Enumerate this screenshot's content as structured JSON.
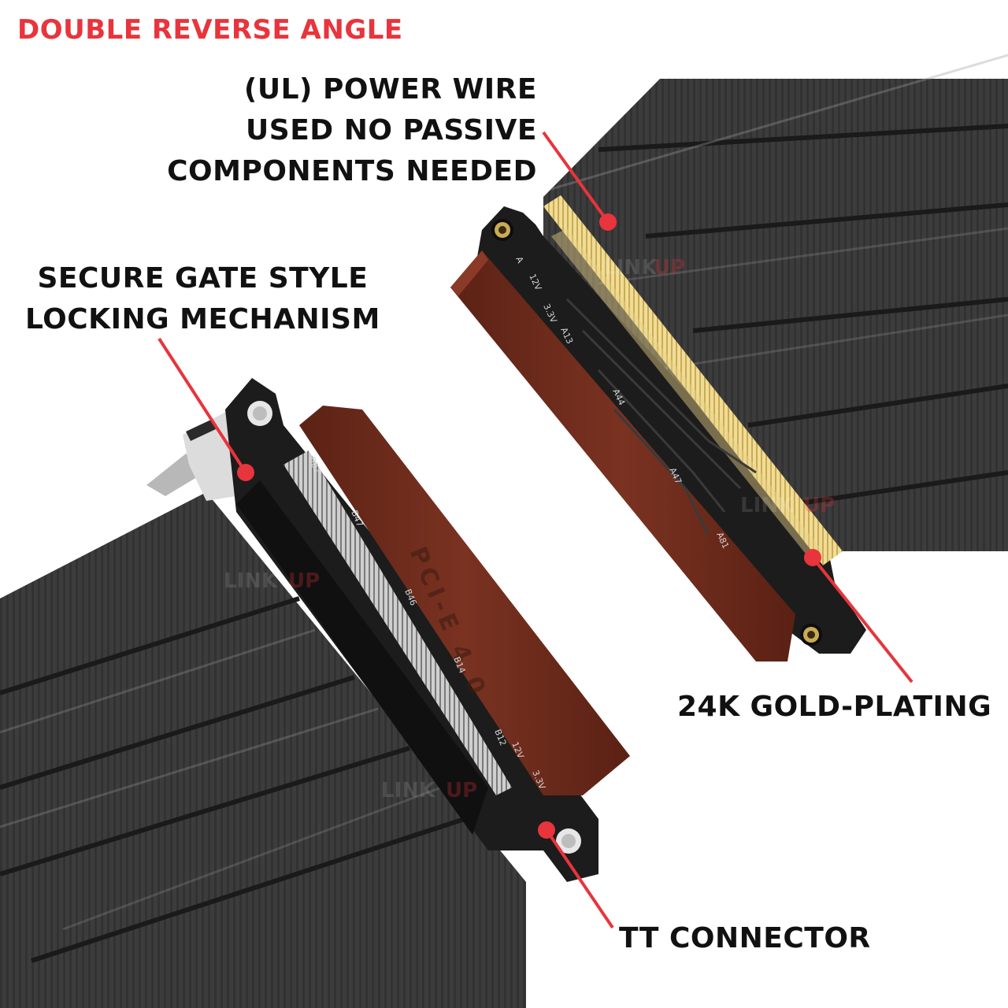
{
  "title": "DOUBLE REVERSE ANGLE",
  "callouts": {
    "power_wire": [
      "(UL) POWER WIRE",
      "USED NO PASSIVE",
      "COMPONENTS NEEDED"
    ],
    "locking": [
      "SECURE GATE STYLE",
      "LOCKING MECHANISM"
    ],
    "gold": "24K GOLD-PLATING",
    "tt": "TT CONNECTOR"
  },
  "watermark": {
    "link": "LINK",
    "up": "UP"
  },
  "board_labels": {
    "right": [
      "A",
      "12V",
      "3.3V",
      "A13",
      "A44",
      "A47",
      "A81"
    ],
    "left": [
      "B82",
      "B47",
      "B46",
      "B14",
      "B12",
      "12V",
      "3.3V"
    ],
    "pcie": "PCI-E 4.0"
  },
  "colors": {
    "accent": "#e8343c",
    "cable": "#3a3a3a",
    "board": "#1c1c1c",
    "housing": "#6e2a1b",
    "gold": "#e9d38a",
    "text": "#111111"
  }
}
